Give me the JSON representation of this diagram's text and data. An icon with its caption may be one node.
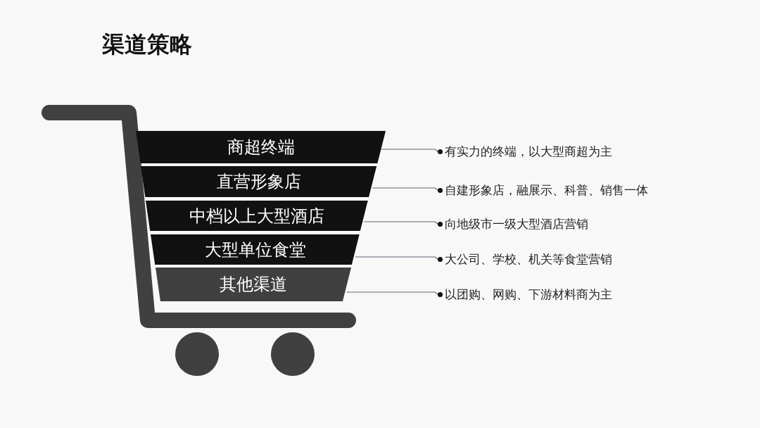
{
  "diagram": {
    "title": "渠道策略",
    "nodes": [
      {
        "text": [
          "商超终端"
        ]
      },
      {
        "text": [
          "直营形象店"
        ]
      },
      {
        "text": [
          "中档以上大型酒店"
        ]
      },
      {
        "text": [
          "大型单位食堂"
        ]
      },
      {
        "text": [
          "其他渠道"
        ]
      },
      {
        "text": [
          "有实力的终端，以大型商超为主"
        ]
      },
      {
        "text": [
          "自建形象店，融展示、科普、销售一体"
        ]
      },
      {
        "text": [
          "向地级市一级大型酒店营销"
        ]
      },
      {
        "text": [
          "大公司、学校、机关等食堂营销"
        ]
      },
      {
        "text": [
          "以团购、网购、下游材料商为主"
        ]
      }
    ],
    "edges": [
      {
        "from": 0,
        "to": 5,
        "arrow": "none"
      },
      {
        "from": 1,
        "to": 6,
        "arrow": "none"
      },
      {
        "from": 2,
        "to": 7,
        "arrow": "none"
      },
      {
        "from": 3,
        "to": 8,
        "arrow": "none"
      },
      {
        "from": 4,
        "to": 9,
        "arrow": "none"
      }
    ]
  }
}
